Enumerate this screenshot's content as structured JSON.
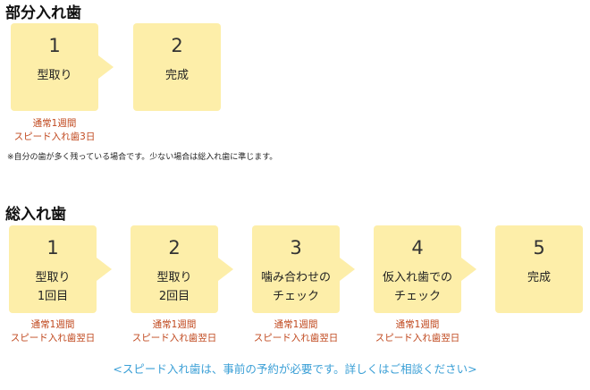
{
  "partial": {
    "title": "部分入れ歯",
    "steps": [
      {
        "number": "1",
        "label_lines": [
          "型取り"
        ],
        "duration": [
          "通常1週間",
          "スピード入れ歯3日"
        ]
      },
      {
        "number": "2",
        "label_lines": [
          "完成"
        ]
      }
    ],
    "note": "※自分の歯が多く残っている場合です。少ない場合は総入れ歯に準じます。"
  },
  "full": {
    "title": "総入れ歯",
    "steps": [
      {
        "number": "1",
        "label_lines": [
          "型取り",
          "1回目"
        ],
        "duration": [
          "通常1週間",
          "スピード入れ歯翌日"
        ]
      },
      {
        "number": "2",
        "label_lines": [
          "型取り",
          "2回目"
        ],
        "duration": [
          "通常1週間",
          "スピード入れ歯翌日"
        ]
      },
      {
        "number": "3",
        "label_lines": [
          "噛み合わせの",
          "チェック"
        ],
        "duration": [
          "通常1週間",
          "スピード入れ歯翌日"
        ]
      },
      {
        "number": "4",
        "label_lines": [
          "仮入れ歯での",
          "チェック"
        ],
        "duration": [
          "通常1週間",
          "スピード入れ歯翌日"
        ]
      },
      {
        "number": "5",
        "label_lines": [
          "完成"
        ]
      }
    ]
  },
  "footer_note": "<スピード入れ歯は、事前の予約が必要です。詳しくはご相談ください>",
  "colors": {
    "box": "#fdeea9",
    "duration_text": "#c0481e",
    "footer_text": "#3a9fd6"
  }
}
